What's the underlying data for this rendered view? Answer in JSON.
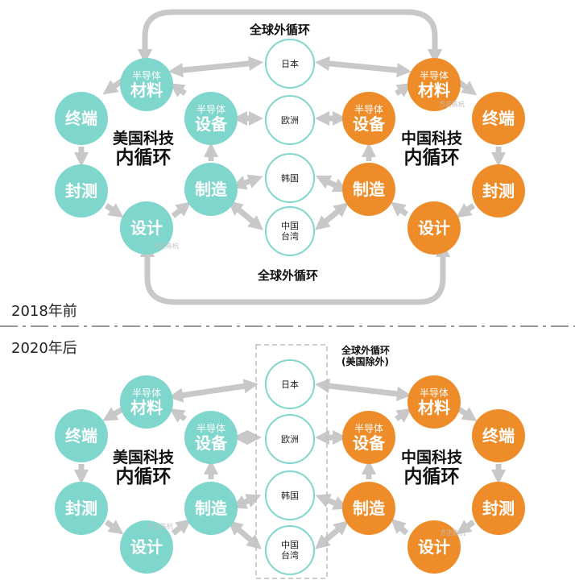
{
  "colors": {
    "us": "#7fd6cc",
    "cn": "#ef8c2a",
    "arrow": "#c8c8c8",
    "divider": "#9a9a9a"
  },
  "top": {
    "year": "2018年前",
    "outer_label_top": "全球外循环",
    "outer_label_bottom": "全球外循环",
    "us": {
      "title_line1": "美国科技",
      "title_line2": "内循环",
      "materials_small": "半导体",
      "materials_big": "材料",
      "equipment_small": "半导体",
      "equipment_big": "设备",
      "terminal": "终端",
      "packaging": "封测",
      "manufacturing": "制造",
      "design": "设计"
    },
    "cn": {
      "title_line1": "中国科技",
      "title_line2": "内循环",
      "materials_small": "半导体",
      "materials_big": "材料",
      "equipment_small": "半导体",
      "equipment_big": "设备",
      "terminal": "终端",
      "packaging": "封测",
      "manufacturing": "制造",
      "design": "设计"
    },
    "regions": {
      "japan": "日本",
      "europe": "欧洲",
      "korea": "韩国",
      "taiwan_l1": "中国",
      "taiwan_l2": "台湾"
    }
  },
  "bottom": {
    "year": "2020年后",
    "outer_label_l1": "全球外循环",
    "outer_label_l2": "(美国除外)",
    "us": {
      "title_line1": "美国科技",
      "title_line2": "内循环",
      "materials_small": "半导体",
      "materials_big": "材料",
      "equipment_small": "半导体",
      "equipment_big": "设备",
      "terminal": "终端",
      "packaging": "封测",
      "manufacturing": "制造",
      "design": "设计"
    },
    "cn": {
      "title_line1": "中国科技",
      "title_line2": "内循环",
      "materials_small": "半导体",
      "materials_big": "材料",
      "equipment_small": "半导体",
      "equipment_big": "设备",
      "terminal": "终端",
      "packaging": "封测",
      "manufacturing": "制造",
      "design": "设计"
    },
    "regions": {
      "japan": "日本",
      "europe": "欧洲",
      "korea": "韩国",
      "taiwan_l1": "中国",
      "taiwan_l2": "台湾"
    }
  },
  "watermark": "方正陈杭"
}
